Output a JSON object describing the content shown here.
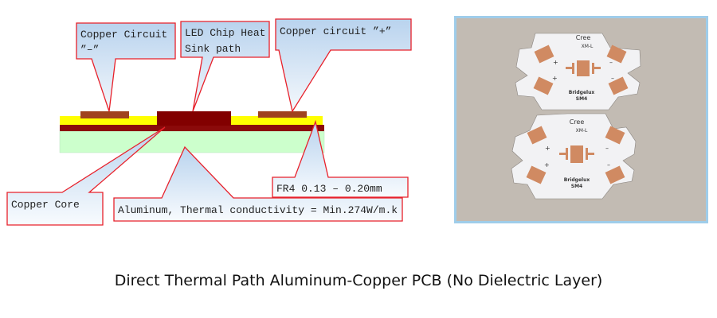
{
  "callouts": {
    "copper_minus": [
      "Copper Circuit",
      "”–”"
    ],
    "led_chip": [
      "LED Chip Heat",
      "Sink path"
    ],
    "copper_plus": "Copper circuit ”+”",
    "fr4": "FR4 0.13 – 0.20mm",
    "copper_core": "Copper Core",
    "aluminum": "Aluminum, Thermal conductivity =  Min.274W/m.k"
  },
  "photo": {
    "board_top": {
      "brand": "Cree",
      "model": "XM-L",
      "brand2": "Bridgelux",
      "model2": "SM4",
      "plus": "+",
      "minus": "–"
    },
    "board_bottom": {
      "brand": "Cree",
      "model": "XM-L",
      "brand2": "Bridgelux",
      "model2": "SM4",
      "plus": "+",
      "minus": "–"
    }
  },
  "caption": "Direct Thermal Path Aluminum-Copper PCB (No Dielectric Layer)",
  "colors": {
    "callout_border": "#e8202a",
    "fr4": "#ffff00",
    "copper_core": "#8b0a0a",
    "aluminum": "#ccffcc",
    "copper_pad": "#a0421e"
  }
}
